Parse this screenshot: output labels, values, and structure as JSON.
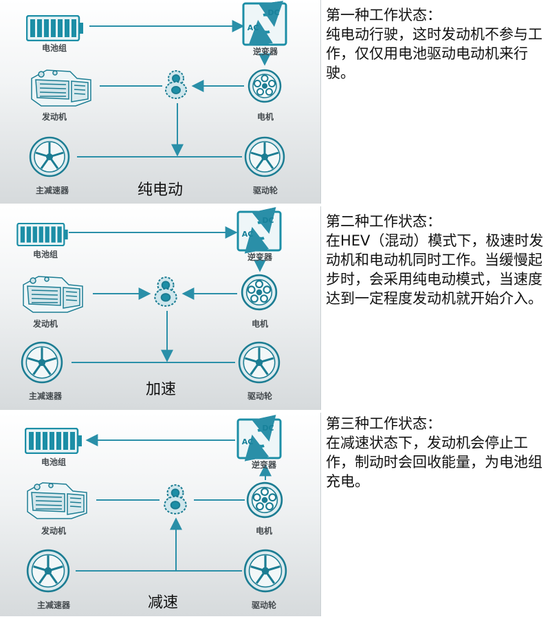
{
  "colors": {
    "accent": "#1c8ea6",
    "arrow": "#2a8fa8",
    "label": "#444a4e"
  },
  "component_labels": {
    "battery": "电池组",
    "inverter": "逆变器",
    "engine": "发动机",
    "motor": "电机",
    "final_drive": "主减速器",
    "drive_wheel": "驱动轮"
  },
  "inverter_text": {
    "ac": "AC",
    "dc": "DC"
  },
  "icons": [
    "battery-icon",
    "inverter-icon",
    "engine-icon",
    "gear-icon",
    "motor-icon",
    "wheel-icon"
  ],
  "states": [
    {
      "mode": "纯电动",
      "description": "第一种工作状态：\n纯电动行驶，这时发动机不参与工作，仅仅用电池驱动电动机来行驶。"
    },
    {
      "mode": "加速",
      "description": "第二种工作状态：\n在HEV（混动）模式下，极速时发动机和电动机同时工作。当缓慢起步时，会采用纯电动模式，当速度达到一定程度发动机就开始介入。"
    },
    {
      "mode": "减速",
      "description": "第三种工作状态：\n在减速状态下，发动机会停止工作，制动时会回收能量，为电池组充电。"
    }
  ]
}
